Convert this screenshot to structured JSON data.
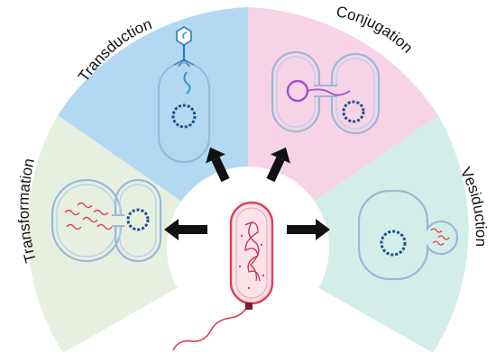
{
  "diagram": {
    "title": "",
    "sectors": [
      {
        "id": "transformation",
        "label": "Transformation",
        "color": "#e6efe0"
      },
      {
        "id": "transduction",
        "label": "Transduction",
        "color": "#b3d9f2"
      },
      {
        "id": "conjugation",
        "label": "Conjugation",
        "color": "#f7d3e6"
      },
      {
        "id": "vesiduction",
        "label": "Vesiduction",
        "color": "#d3eee8"
      }
    ],
    "center": {
      "color": "#ffffff"
    },
    "colors": {
      "membrane": "#9ab8d6",
      "dna": "#1f4e8c",
      "plasmid_conjugation": "#a24fd1",
      "free_dna": "#e04040",
      "donor_cell": "#e03d5a",
      "donor_fill": "#fbe3e8",
      "phage": "#2a7ab8",
      "arrow": "#111111"
    },
    "icons": [
      "bacteriophage-icon",
      "plasmid-icon",
      "chromosome-icon",
      "vesicle-icon",
      "flagellum-icon"
    ]
  }
}
